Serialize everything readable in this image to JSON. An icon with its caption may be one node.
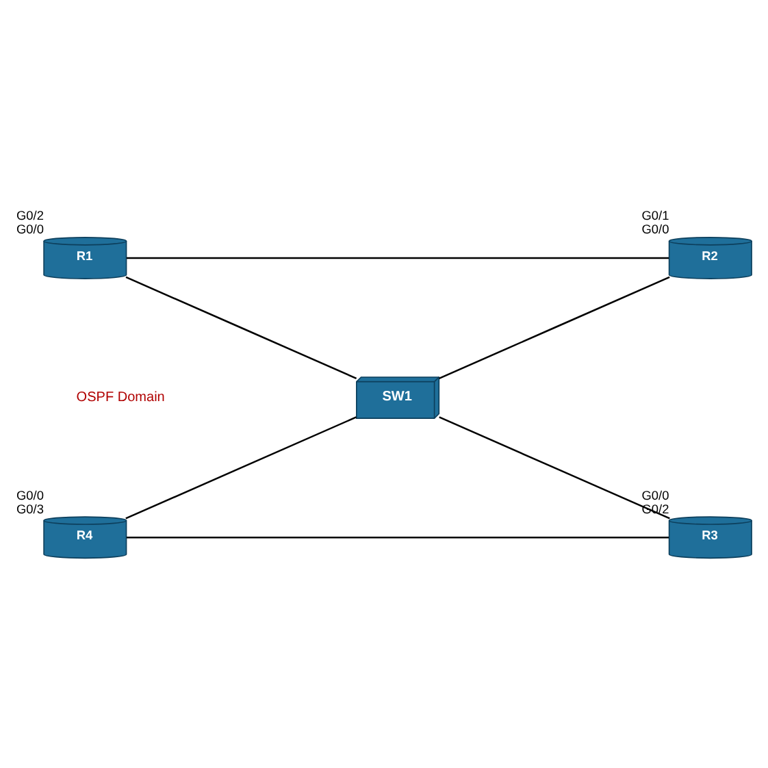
{
  "diagram": {
    "nodes": [
      {
        "text": [
          "R1"
        ],
        "beside": [
          "G0/2",
          "G0/0"
        ]
      },
      {
        "text": [
          "R2"
        ],
        "beside": [
          "G0/1",
          "G0/0"
        ]
      },
      {
        "text": [
          "SW1"
        ]
      },
      {
        "text": [
          "R4"
        ],
        "beside": [
          "G0/0",
          "G0/3"
        ]
      },
      {
        "text": [
          "R3"
        ],
        "beside": [
          "G0/0",
          "G0/2"
        ]
      }
    ],
    "edges": [
      {
        "from": 0,
        "to": 1,
        "arrow": "none"
      },
      {
        "from": 0,
        "to": 2,
        "arrow": "none"
      },
      {
        "from": 1,
        "to": 2,
        "arrow": "none"
      },
      {
        "from": 2,
        "to": 3,
        "arrow": "none"
      },
      {
        "from": 2,
        "to": 4,
        "arrow": "none"
      },
      {
        "from": 3,
        "to": 4,
        "arrow": "none"
      }
    ],
    "labels": [
      "OSPF Domain"
    ]
  }
}
